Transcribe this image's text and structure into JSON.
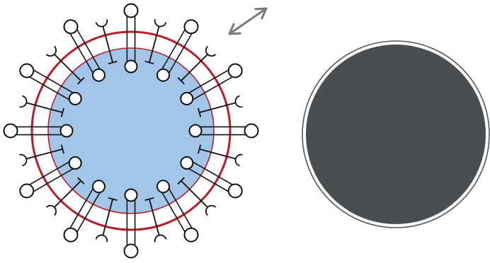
{
  "colors": {
    "background": "#ffffff",
    "core_fill": "#a3c6e8",
    "envelope_ring": "#b3202a",
    "inner_ring": "#b3202a",
    "spike_stroke": "#111111",
    "arrow": "#7a7a7a",
    "dark_disc": "#4b4e50",
    "dark_disc_outline": "#555555"
  },
  "diagram": {
    "left_figure": "particle-with-long-and-short-receptor-spikes",
    "right_figure": "solid-dark-particle",
    "arrow_icon": "double-headed-arrow-icon",
    "long_spike_count": 12,
    "short_spike_count": 12
  }
}
